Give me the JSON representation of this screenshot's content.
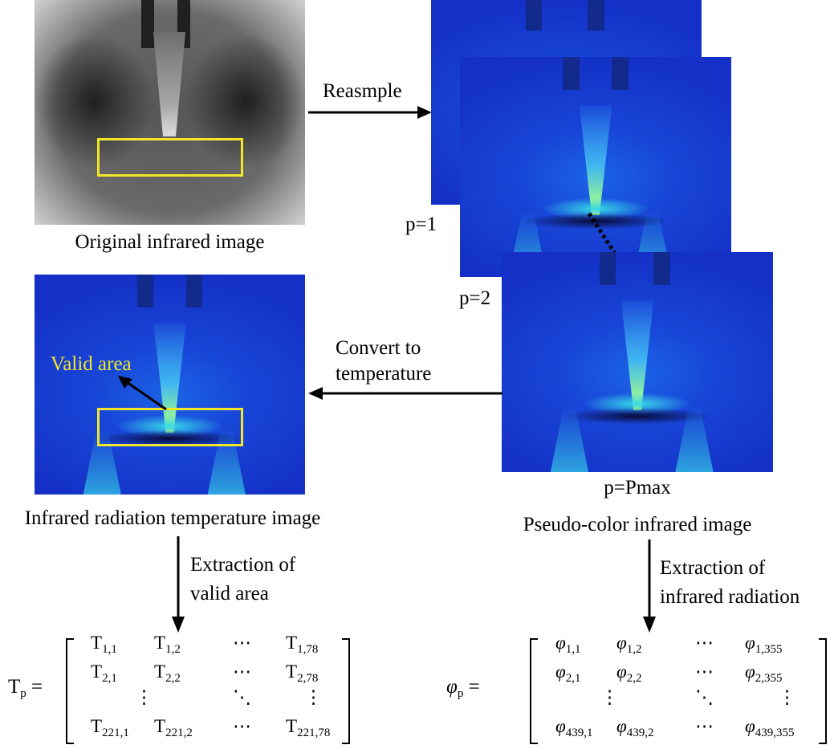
{
  "labels": {
    "original": "Original infrared image",
    "reasmple": "Reasmple",
    "p1": "p=1",
    "p2": "p=2",
    "pmax": "p=Pmax",
    "convert_line1": "Convert to",
    "convert_line2": "temperature",
    "valid_area": "Valid area",
    "temp_image": "Infrared radiation temperature image",
    "pseudo_image": "Pseudo-color infrared image",
    "extract_valid_line1": "Extraction of",
    "extract_valid_line2": "valid area",
    "extract_ir_line1": "Extraction of",
    "extract_ir_line2": "infrared radiation"
  },
  "matrix_t": {
    "lhs_sym": "T",
    "lhs_sub": "p",
    "r1": [
      [
        "T",
        "1,1"
      ],
      [
        "T",
        "1,2"
      ],
      [
        "⋯",
        ""
      ],
      [
        "T",
        "1,78"
      ]
    ],
    "r2": [
      [
        "T",
        "2,1"
      ],
      [
        "T",
        "2,2"
      ],
      [
        "⋯",
        ""
      ],
      [
        "T",
        "2,78"
      ]
    ],
    "r3": [
      "⋮",
      "⋱",
      "⋮"
    ],
    "r4": [
      [
        "T",
        "221,1"
      ],
      [
        "T",
        "221,2"
      ],
      [
        "⋯",
        ""
      ],
      [
        "T",
        "221,78"
      ]
    ]
  },
  "matrix_phi": {
    "lhs_sym": "φ",
    "lhs_sub": "p",
    "r1": [
      [
        "φ",
        "1,1"
      ],
      [
        "φ",
        "1,2"
      ],
      [
        "⋯",
        ""
      ],
      [
        "φ",
        "1,355"
      ]
    ],
    "r2": [
      [
        "φ",
        "2,1"
      ],
      [
        "φ",
        "2,2"
      ],
      [
        "⋯",
        ""
      ],
      [
        "φ",
        "2,355"
      ]
    ],
    "r3": [
      "⋮",
      "⋱",
      "⋮"
    ],
    "r4": [
      [
        "φ",
        "439,1"
      ],
      [
        "φ",
        "439,2"
      ],
      [
        "⋯",
        ""
      ],
      [
        "φ",
        "439,355"
      ]
    ]
  },
  "colors": {
    "highlight_box": "#f2e62a",
    "valid_area_text": "#f2e62a"
  }
}
